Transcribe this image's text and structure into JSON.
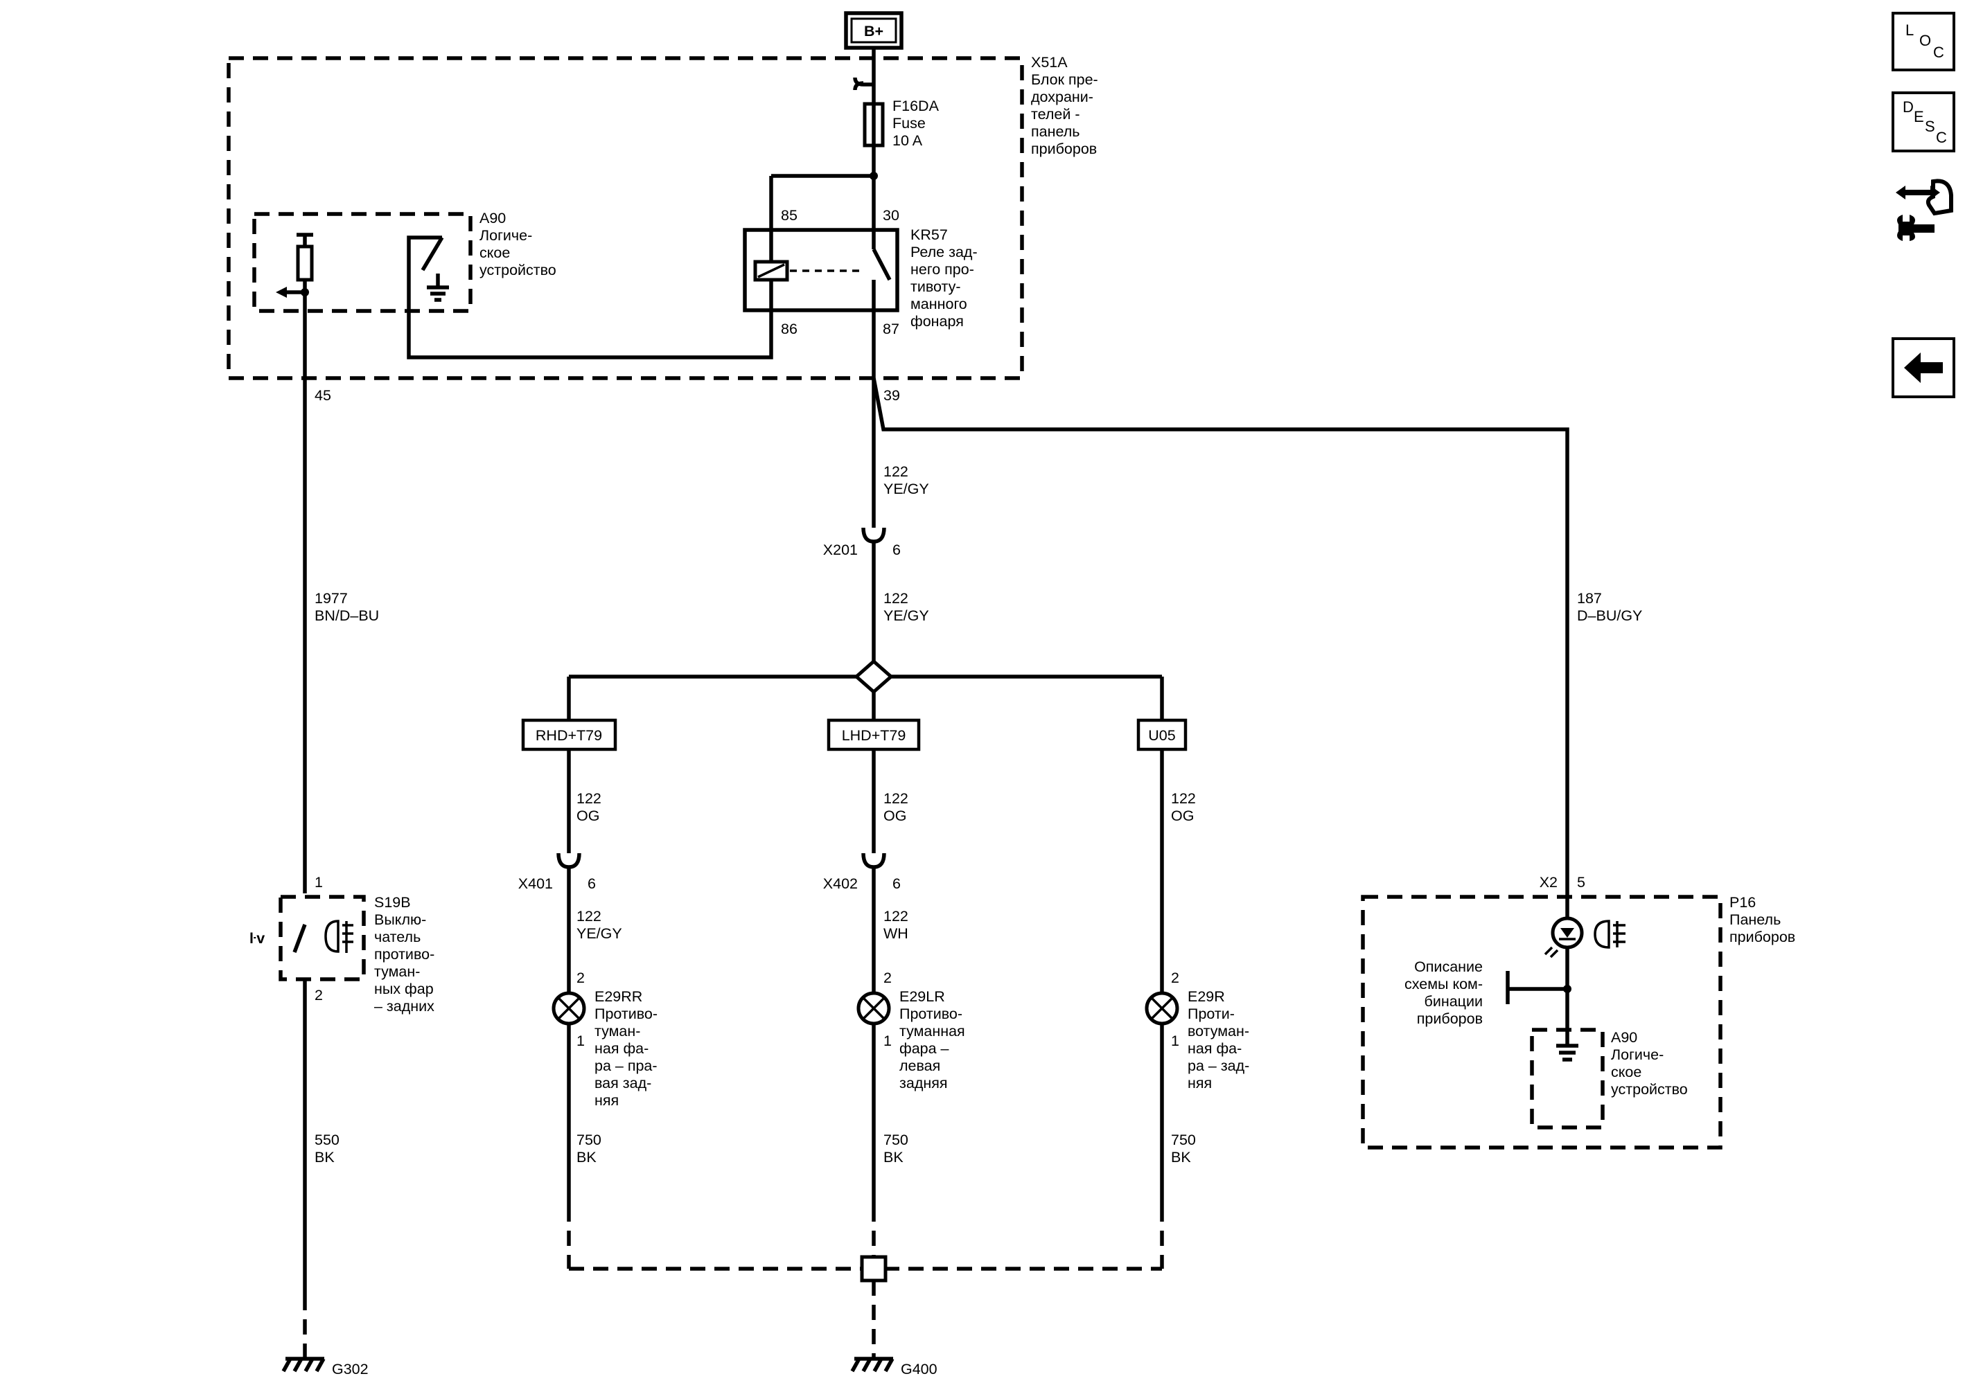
{
  "supply": "B+",
  "fuse_block": {
    "id": "X51A",
    "desc": [
      "Блок пре-",
      "дохрани-",
      "телей -",
      "панель",
      "приборов"
    ]
  },
  "fuse": {
    "id": "F16DA",
    "type": "Fuse",
    "rating": "10 A"
  },
  "logic_unit_top": {
    "id": "A90",
    "desc": [
      "Логиче-",
      "ское",
      "устройство"
    ]
  },
  "relay": {
    "id": "KR57",
    "desc": [
      "Реле зад-",
      "него про-",
      "тивоту-",
      "манного",
      "фонаря"
    ],
    "pins": {
      "p85": "85",
      "p30": "30",
      "p86": "86",
      "p87": "87"
    }
  },
  "pins": {
    "a90_out": "45",
    "x51a_out": "39"
  },
  "wires": {
    "w1977": {
      "circuit": "1977",
      "color": "BN/D–BU"
    },
    "w122_top": {
      "circuit": "122",
      "color": "YE/GY"
    },
    "w122_mid": {
      "circuit": "122",
      "color": "YE/GY"
    },
    "w187": {
      "circuit": "187",
      "color": "D–BU/GY"
    },
    "w122_og1": {
      "circuit": "122",
      "color": "OG"
    },
    "w122_og2": {
      "circuit": "122",
      "color": "OG"
    },
    "w122_og3": {
      "circuit": "122",
      "color": "OG"
    },
    "w122_yegy": {
      "circuit": "122",
      "color": "YE/GY"
    },
    "w122_wh": {
      "circuit": "122",
      "color": "WH"
    },
    "w550": {
      "circuit": "550",
      "color": "BK"
    },
    "w750_1": {
      "circuit": "750",
      "color": "BK"
    },
    "w750_2": {
      "circuit": "750",
      "color": "BK"
    },
    "w750_3": {
      "circuit": "750",
      "color": "BK"
    }
  },
  "connectors": {
    "x201": {
      "id": "X201",
      "pin": "6"
    },
    "x401": {
      "id": "X401",
      "pin": "6"
    },
    "x402": {
      "id": "X402",
      "pin": "6"
    },
    "x2": {
      "id": "X2",
      "pin": "5"
    }
  },
  "options": {
    "rhd": "RHD+T79",
    "lhd": "LHD+T79",
    "u05": "U05"
  },
  "switch": {
    "id": "S19B",
    "desc": [
      "Выклю-",
      "чатель",
      "противо-",
      "туман-",
      "ных фар",
      "– задних"
    ],
    "pin_top": "1",
    "pin_bottom": "2"
  },
  "lamps": {
    "rr": {
      "id": "E29RR",
      "desc": [
        "Противо-",
        "туман-",
        "ная фа-",
        "ра – пра-",
        "вая зад-",
        "няя"
      ],
      "pin_top": "2",
      "pin_bottom": "1"
    },
    "lr": {
      "id": "E29LR",
      "desc": [
        "Противо-",
        "туманная",
        "фара –",
        "левая",
        "задняя"
      ],
      "pin_top": "2",
      "pin_bottom": "1"
    },
    "r": {
      "id": "E29R",
      "desc": [
        "Проти-",
        "вотуман-",
        "ная фа-",
        "ра – зад-",
        "няя"
      ],
      "pin_top": "2",
      "pin_bottom": "1"
    }
  },
  "cluster": {
    "id": "P16",
    "desc": [
      "Панель",
      "приборов"
    ]
  },
  "cluster_desc": [
    "Описание",
    "схемы ком-",
    "бинации",
    "приборов"
  ],
  "logic_unit_cluster": {
    "id": "A90",
    "desc": [
      "Логиче-",
      "ское",
      "устройство"
    ]
  },
  "grounds": {
    "g302": "G302",
    "g400": "G400"
  },
  "sidebar": {
    "loc": {
      "l1": "L",
      "l2": "O",
      "l3": "C"
    },
    "desc": {
      "l1": "D",
      "l2": "E",
      "l3": "S",
      "l4": "C"
    }
  }
}
